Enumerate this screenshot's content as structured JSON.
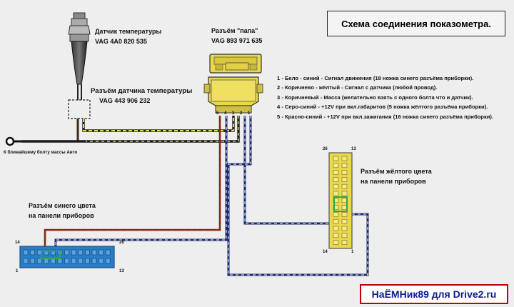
{
  "title": "Схема соединения показометра.",
  "credit": "НаЁМНик89 для Drive2.ru",
  "temp_sensor": {
    "name": "Датчик температуры",
    "part": "VAG 4A0 820 535"
  },
  "sensor_connector": {
    "name": "Разъём датчика температуры",
    "part": "VAG 443 906 232"
  },
  "male_connector": {
    "name": "Разъём  \"папа\"",
    "part": "VAG 893 971 635",
    "pins": [
      "5",
      "4",
      "3",
      "2",
      "1"
    ]
  },
  "ground_label": "К ближайшему болту массы Авто",
  "legend": [
    "1 - Бело - синий - Сигнал движения (18 ножка синего разъёма приборки).",
    "2 - Коричнево - жёлтый - Сигнал с датчика (любой провод).",
    "3 - Коричневый - Масса (желательно взять с одного болта что и датчик).",
    "4 - Серо-синий - +12V при вкл.габаритов (5 ножка жёлтого разъёма приборки).",
    "5 - Красно-синий - +12V при вкл.зажигания (16 ножка синего разъёма приборки)."
  ],
  "yellow_connector": {
    "line1": "Разъём жёлтого цвета",
    "line2": "на панели приборов",
    "pin_tl": "26",
    "pin_tr": "13",
    "pin_bl": "14",
    "pin_br": "1"
  },
  "blue_connector": {
    "line1": "Разъём синего цвета",
    "line2": "на панели приборов",
    "pin_tl": "14",
    "pin_tr": "26",
    "pin_bl": "1",
    "pin_br": "13"
  },
  "colors": {
    "blue_conn": "#2a7ec8",
    "yellow_conn": "#e8d84a",
    "wire_yellow": "#e8d84a",
    "wire_navy": "#1c2a6e",
    "wire_brown": "#6b2e12",
    "wire_red": "#b81c1c",
    "credit_border": "#c00000",
    "credit_text": "#0d1a8a"
  }
}
